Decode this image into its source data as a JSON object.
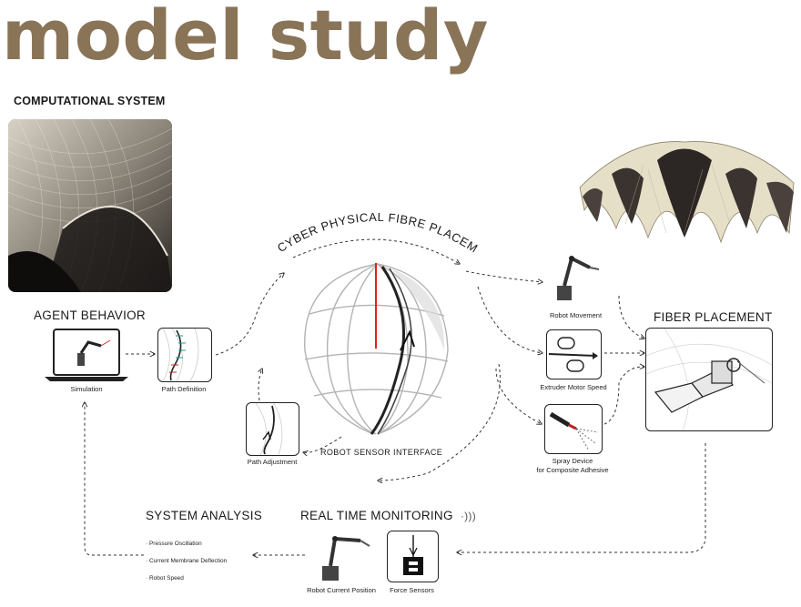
{
  "title": "model study",
  "labels": {
    "computational_system": "COMPUTATIONAL SYSTEM",
    "agent_behavior": "AGENT BEHAVIOR",
    "fiber_placement": "FIBER PLACEMENT",
    "cyber_physical": "CYBER PHYSICAL FIBRE PLACEMENT",
    "robot_sensor_interface": "ROBOT SENSOR INTERFACE",
    "real_time_monitoring": "REAL TIME MONITORING",
    "system_analysis": "SYSTEM ANALYSIS"
  },
  "nodes": {
    "simulation": "Simulation",
    "path_definition": "Path Definition",
    "path_adjustment": "Path Adjustment",
    "robot_movement": "Robot Movement",
    "extruder_motor_speed": "Extruder Motor Speed",
    "spray_device_line1": "Spray Device",
    "spray_device_line2": "for Composite Adhesive",
    "robot_current_position": "Robot Current Position",
    "force_sensors": "Force Sensors"
  },
  "analysis_items": [
    "· Pressure Oscillation",
    "· Current Membrane Deflection",
    "· Robot Speed"
  ],
  "colors": {
    "title": "#8a7458",
    "sensor_line": "#e02020",
    "arrow": "#333333"
  }
}
